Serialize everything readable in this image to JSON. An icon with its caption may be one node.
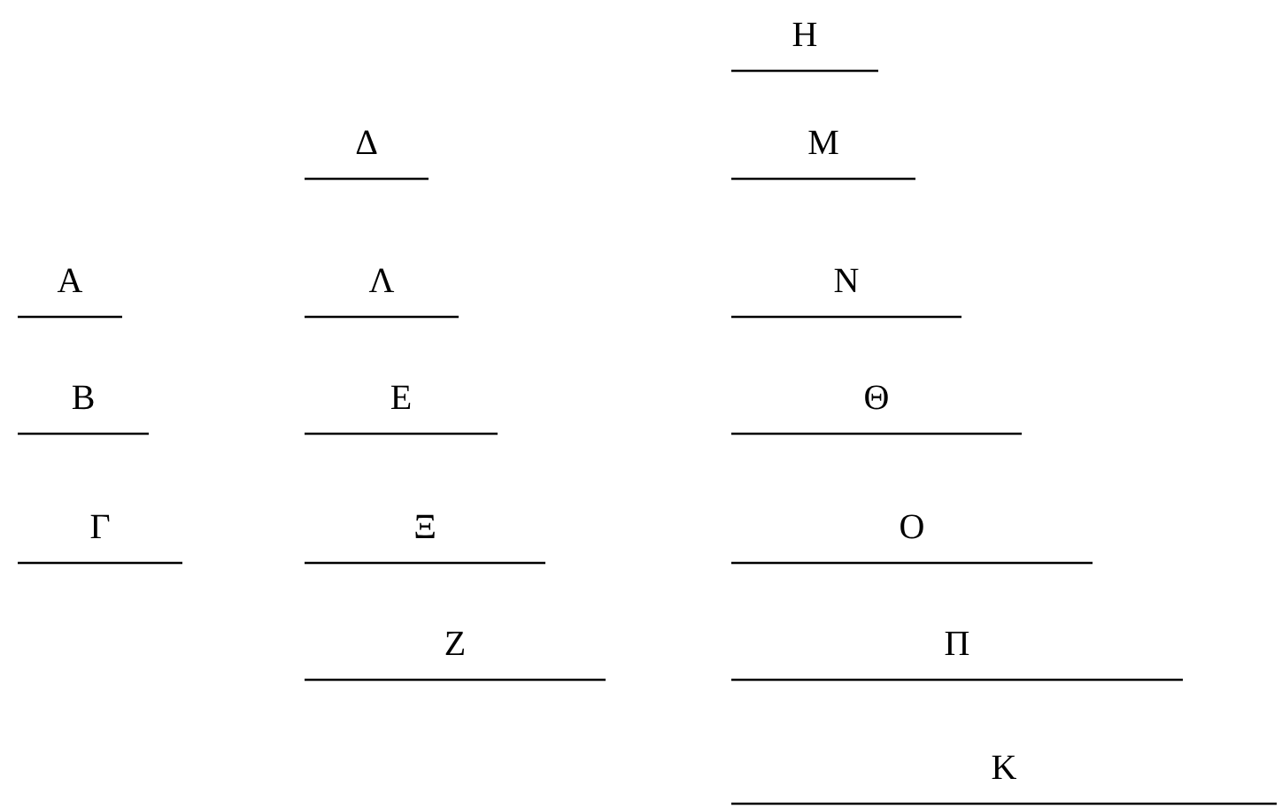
{
  "diagram": {
    "labels": [
      "Η",
      "Δ",
      "Μ",
      "Α",
      "Λ",
      "Ν",
      "Β",
      "Ε",
      "Θ",
      "Γ",
      "Ξ",
      "Ο",
      "Ζ",
      "Π",
      "Κ"
    ]
  }
}
